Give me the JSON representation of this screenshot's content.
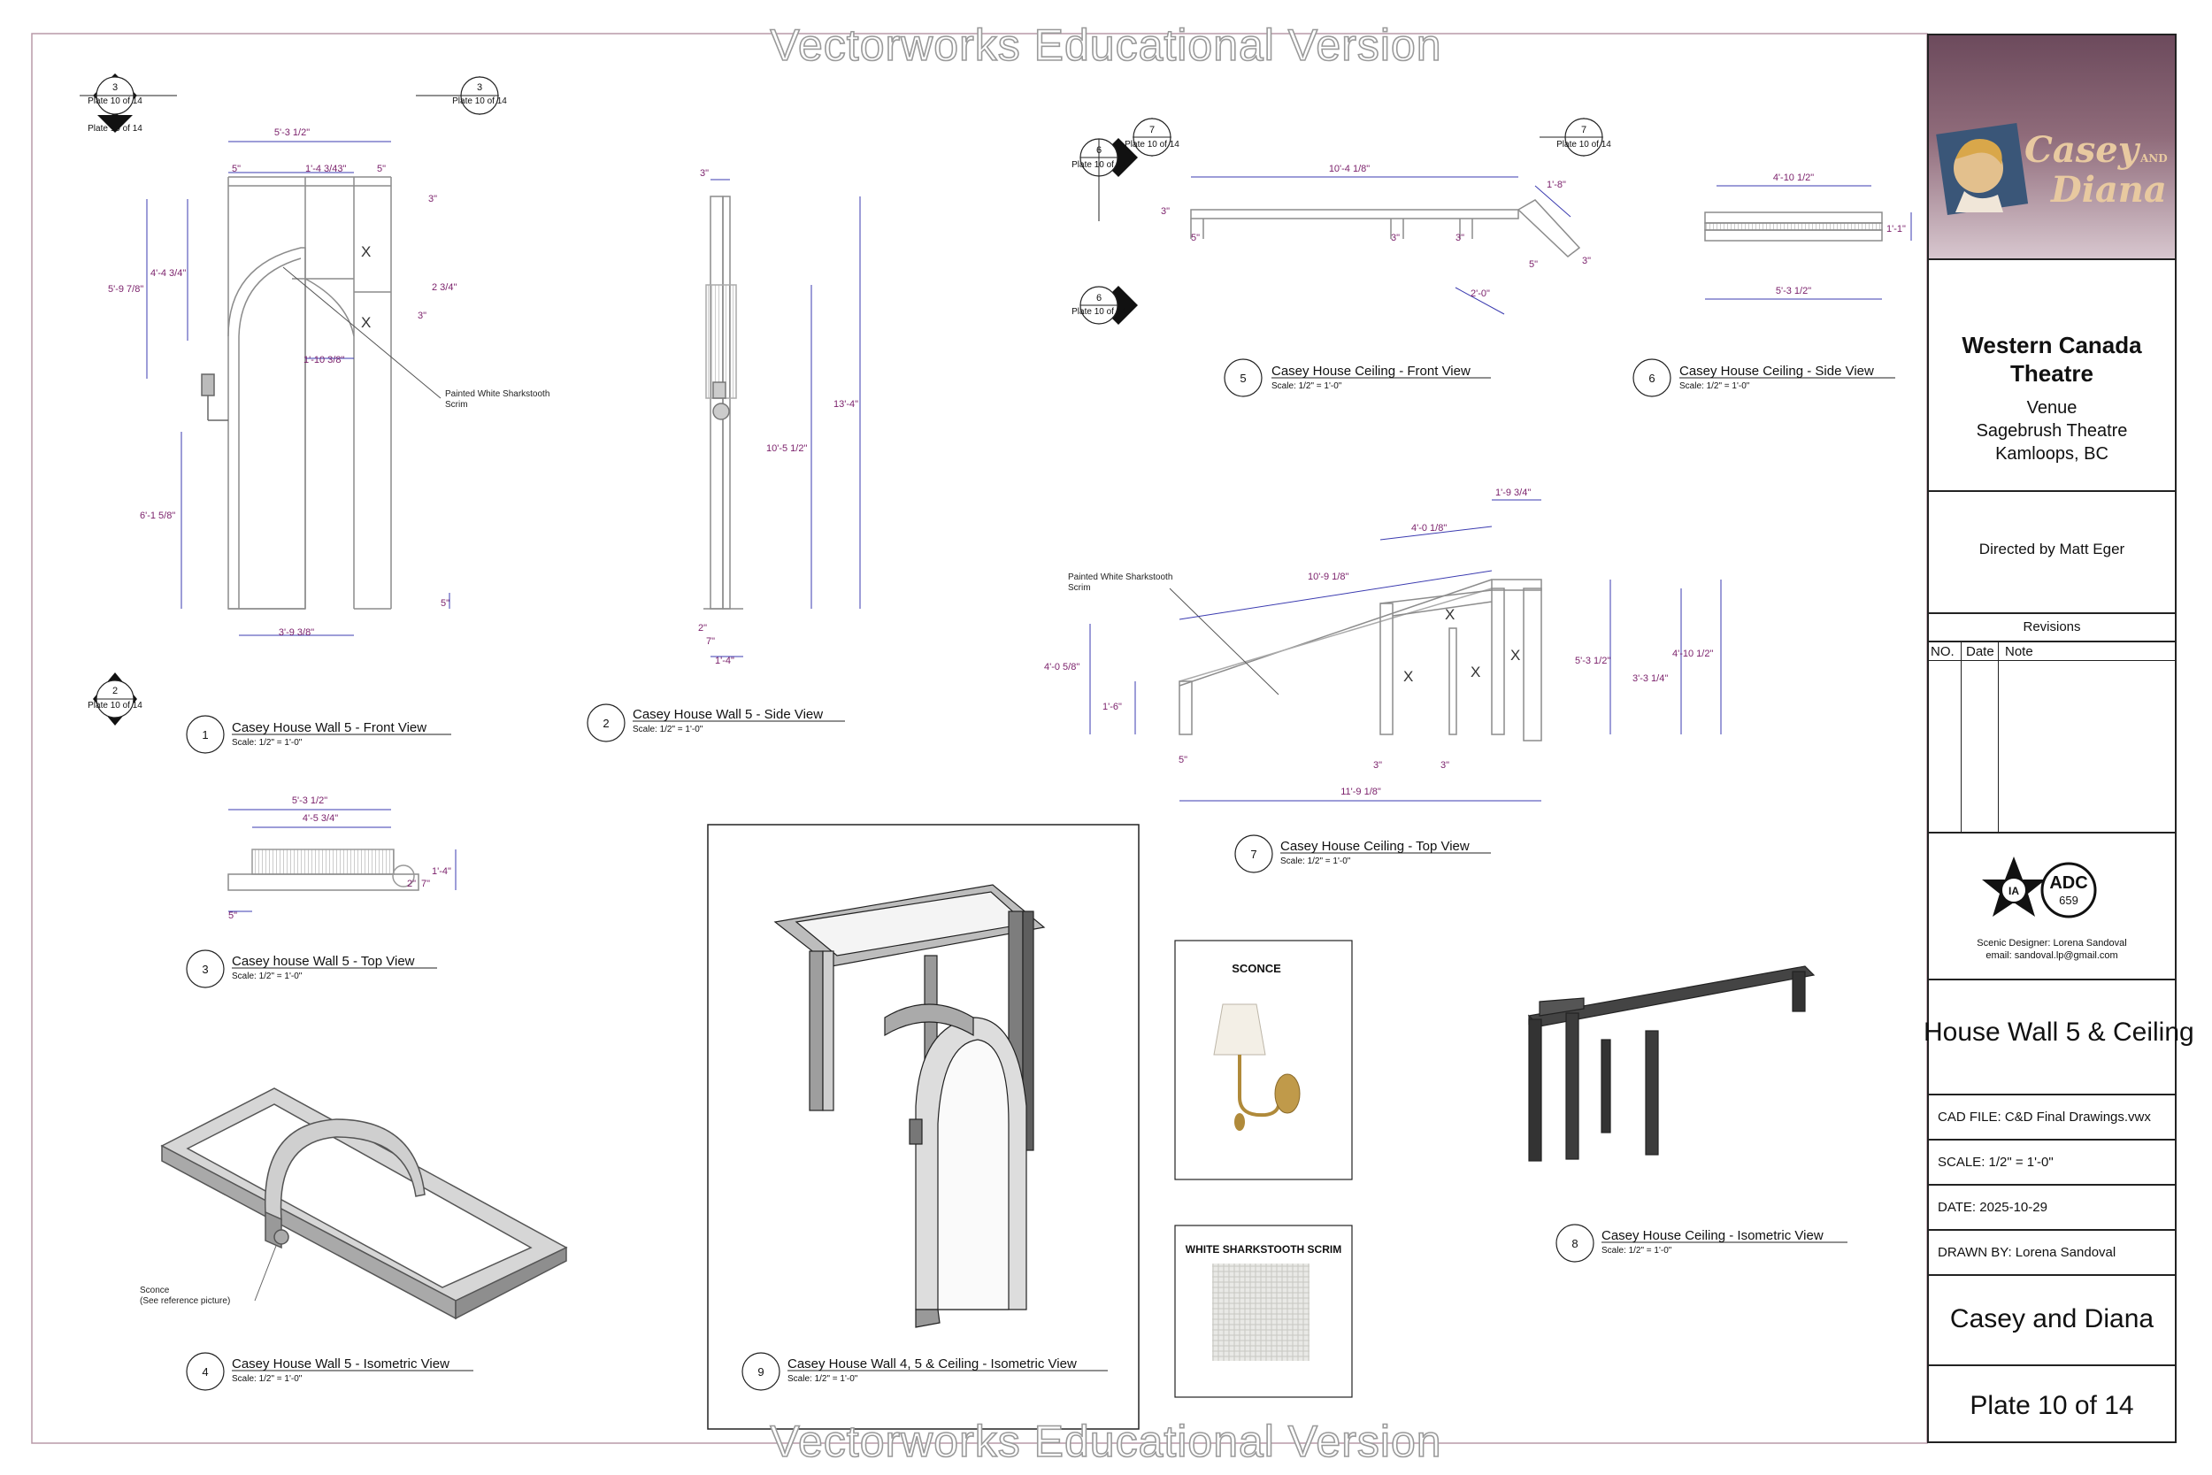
{
  "watermark": "Vectorworks Educational Version",
  "title_block": {
    "logo_text_1": "Casey",
    "logo_text_and": "AND",
    "logo_text_2": "Diana",
    "company_line1": "Western Canada",
    "company_line2": "Theatre",
    "venue_label": "Venue",
    "venue_name": "Sagebrush Theatre",
    "venue_city": "Kamloops, BC",
    "director": "Directed by Matt Eger",
    "revisions_title": "Revisions",
    "rev_col_no": "NO.",
    "rev_col_date": "Date",
    "rev_col_note": "Note",
    "union_text": "ADC",
    "union_number": "659",
    "union_ia": "IA",
    "designer": "Scenic Designer: Lorena Sandoval",
    "email": "email: sandoval.lp@gmail.com",
    "sheet_title": "House Wall 5 & Ceiling",
    "cad_file": "CAD FILE:  C&D Final Drawings.vwx",
    "scale": "SCALE:   1/2\" = 1'-0\"",
    "date": "DATE:  2025-10-29",
    "drawn_by": "DRAWN BY:  Lorena Sandoval",
    "show_name": "Casey and Diana",
    "plate": "Plate 10 of 14"
  },
  "section_markers": {
    "m3_num": "3",
    "m2_num": "2",
    "m6_num": "6",
    "m7_num": "7",
    "plate_ref": "Plate 10 of 14"
  },
  "views": [
    {
      "num": "1",
      "title": "Casey House Wall 5 - Front View",
      "scale": "Scale: 1/2\" = 1'-0\""
    },
    {
      "num": "2",
      "title": "Casey House Wall 5 - Side View",
      "scale": "Scale: 1/2\" = 1'-0\""
    },
    {
      "num": "3",
      "title": "Casey house Wall 5 - Top View",
      "scale": "Scale: 1/2\" = 1'-0\""
    },
    {
      "num": "4",
      "title": "Casey House Wall 5 - Isometric View",
      "scale": "Scale: 1/2\" = 1'-0\""
    },
    {
      "num": "5",
      "title": "Casey House Ceiling - Front View",
      "scale": "Scale: 1/2\" = 1'-0\""
    },
    {
      "num": "6",
      "title": "Casey House Ceiling - Side View",
      "scale": "Scale: 1/2\" = 1'-0\""
    },
    {
      "num": "7",
      "title": "Casey House Ceiling - Top View",
      "scale": "Scale: 1/2\" = 1'-0\""
    },
    {
      "num": "8",
      "title": "Casey House Ceiling - Isometric View",
      "scale": "Scale: 1/2\" = 1'-0\""
    },
    {
      "num": "9",
      "title": "Casey House Wall 4, 5 & Ceiling - Isometric View",
      "scale": "Scale: 1/2\" = 1'-0\""
    }
  ],
  "dims": {
    "v1": {
      "w_top": "5'-3 1/2\"",
      "a": "5\"",
      "b": "1'-4 3/43\"",
      "c": "5\"",
      "d": "3\"",
      "h1": "4'-4 3/4\"",
      "h2": "5'-9 7/8\"",
      "e": "2 3/4\"",
      "f": "3\"",
      "g": "1'-10 3/8\"",
      "h3": "6'-1 5/8\"",
      "i": "5\"",
      "w_bot": "3'-9 3/8\"",
      "note": "Painted White Sharkstooth",
      "note2": "Scrim",
      "x": "X"
    },
    "v2": {
      "t": "3\"",
      "h1": "10'-5 1/2\"",
      "h2": "13'-4\"",
      "b1": "2\"",
      "b2": "7\"",
      "b3": "1'-4\""
    },
    "v3": {
      "w1": "5'-3 1/2\"",
      "w2": "4'-5 3/4\"",
      "d1": "1'-4\"",
      "d2": "2\"",
      "d3": "7\"",
      "d4": "5\""
    },
    "v4": {
      "note": "Sconce",
      "note2": "(See reference picture)"
    },
    "v5": {
      "len": "10'-4 1/8\"",
      "a": "3\"",
      "b": "5\"",
      "c": "3\"",
      "d": "3\"",
      "e": "1'-8\"",
      "f": "5\"",
      "g": "3\"",
      "h": "2'-0\""
    },
    "v6": {
      "w1": "4'-10 1/2\"",
      "w2": "5'-3 1/2\"",
      "h": "1'-1\""
    },
    "v7": {
      "a": "1'-9 3/4\"",
      "b": "4'-0 1/8\"",
      "c": "10'-9 1/8\"",
      "d": "4'-0 5/8\"",
      "e": "1'-6\"",
      "f": "5'-3 1/2\"",
      "g": "3'-3 1/4\"",
      "h": "4'-10 1/2\"",
      "i": "5\"",
      "j": "3\"",
      "k": "3\"",
      "len": "11'-9 1/8\"",
      "note": "Painted White Sharkstooth",
      "note2": "Scrim",
      "x": "X"
    }
  },
  "references": {
    "sconce_label": "SCONCE",
    "scrim_label": "WHITE SHARKSTOOTH SCRIM"
  },
  "colors": {
    "dim": "#7a1f6a",
    "dim_line": "#3b3bb0",
    "line": "#8c8c8c",
    "dark": "#2a2a2a",
    "logo_bg": "#7a5a6c",
    "logo_gold": "#e8c9a0"
  }
}
